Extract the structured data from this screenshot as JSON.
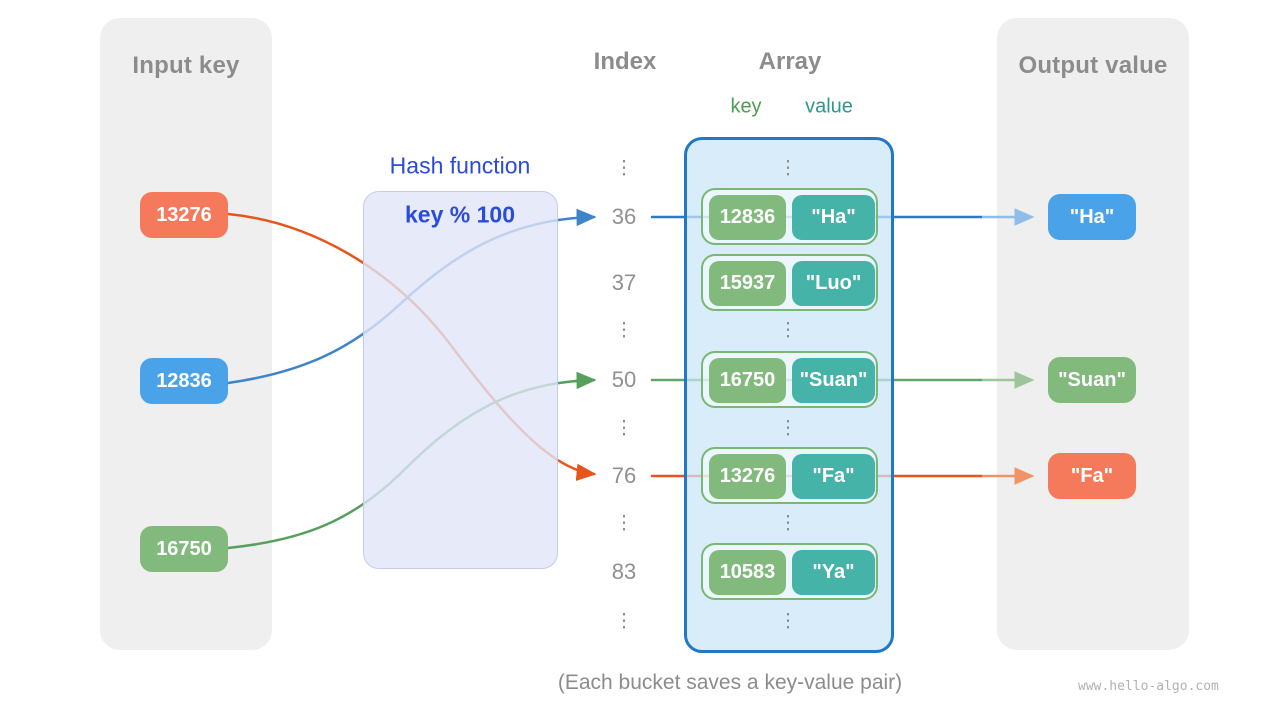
{
  "panels": {
    "input": {
      "title": "Input key",
      "items": [
        {
          "label": "13276",
          "color": "#f57a5b"
        },
        {
          "label": "12836",
          "color": "#4aa3e8"
        },
        {
          "label": "16750",
          "color": "#82ba7d"
        }
      ]
    },
    "output": {
      "title": "Output value",
      "items": [
        {
          "label": "\"Ha\"",
          "color": "#4aa3e8"
        },
        {
          "label": "\"Suan\"",
          "color": "#82ba7d"
        },
        {
          "label": "\"Fa\"",
          "color": "#f57a5b"
        }
      ]
    }
  },
  "hash_box": {
    "line1": "Hash function",
    "line2": "key % 100"
  },
  "index_column": {
    "title": "Index",
    "values": [
      "⋮",
      "36",
      "37",
      "⋮",
      "50",
      "⋮",
      "76",
      "⋮",
      "83",
      "⋮"
    ]
  },
  "array": {
    "title": "Array",
    "key_header": "key",
    "value_header": "value",
    "ellipsis": "⋮",
    "buckets": [
      {
        "index": "36",
        "key": "12836",
        "value": "\"Ha\""
      },
      {
        "index": "37",
        "key": "15937",
        "value": "\"Luo\""
      },
      {
        "index": "50",
        "key": "16750",
        "value": "\"Suan\""
      },
      {
        "index": "76",
        "key": "13276",
        "value": "\"Fa\""
      },
      {
        "index": "83",
        "key": "10583",
        "value": "\"Ya\""
      }
    ]
  },
  "caption": "(Each bucket saves a key-value pair)",
  "watermark": "www.hello-algo.com",
  "colors": {
    "panel_bg": "#efefef",
    "title_gray": "#8c8c8c",
    "orange": "#f57a5b",
    "blue": "#4aa3e8",
    "green": "#82ba7d",
    "teal": "#45b3a8",
    "hash_box_fill": "#e7ebfa",
    "hash_box_border": "#c3cbee",
    "hash_text": "#2b4bd9",
    "array_fill": "#e3f0fa",
    "array_border": "#1f78c8",
    "pair_border": "#79b874",
    "curve_orange": "#e8551a",
    "curve_blue": "#3e84c9",
    "curve_green": "#55a05c",
    "key_label_green": "#4e9d51",
    "value_label_teal": "#2f988b"
  }
}
